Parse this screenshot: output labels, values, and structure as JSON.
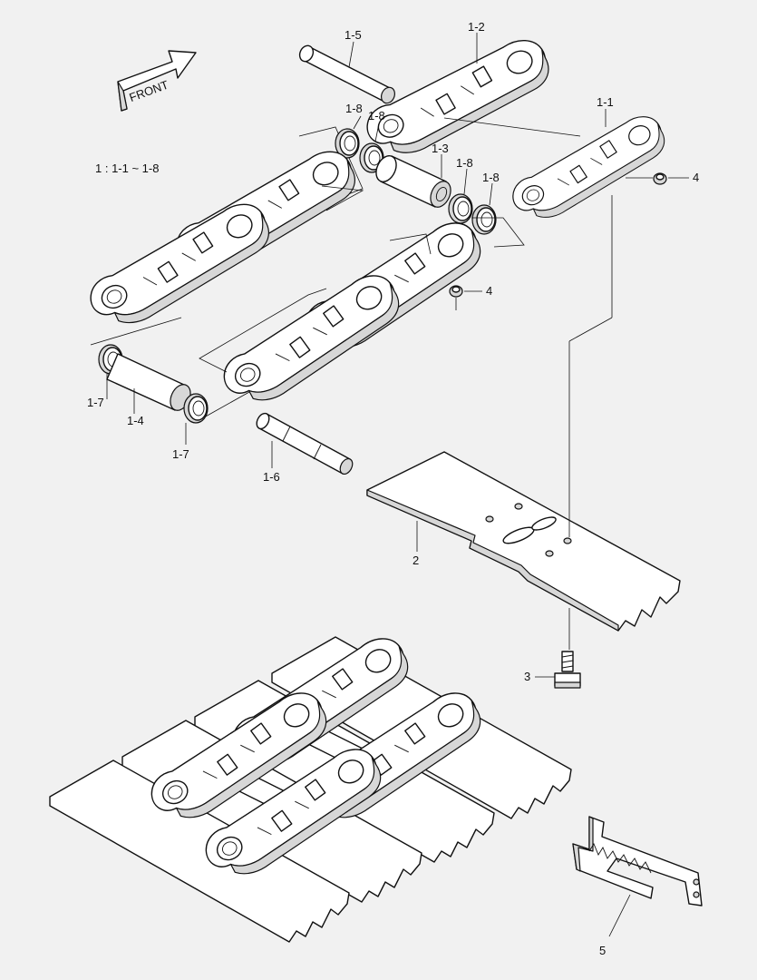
{
  "front_label": "FRONT",
  "assembly_note": "1 : 1-1 ~ 1-8",
  "labels": {
    "p1_1": "1-1",
    "p1_2": "1-2",
    "p1_3": "1-3",
    "p1_4": "1-4",
    "p1_5": "1-5",
    "p1_6": "1-6",
    "p1_7a": "1-7",
    "p1_7b": "1-7",
    "p1_8a": "1-8",
    "p1_8b": "1-8",
    "p1_8c": "1-8",
    "p1_8d": "1-8",
    "p2": "2",
    "p3": "3",
    "p4a": "4",
    "p4b": "4",
    "p5": "5"
  }
}
